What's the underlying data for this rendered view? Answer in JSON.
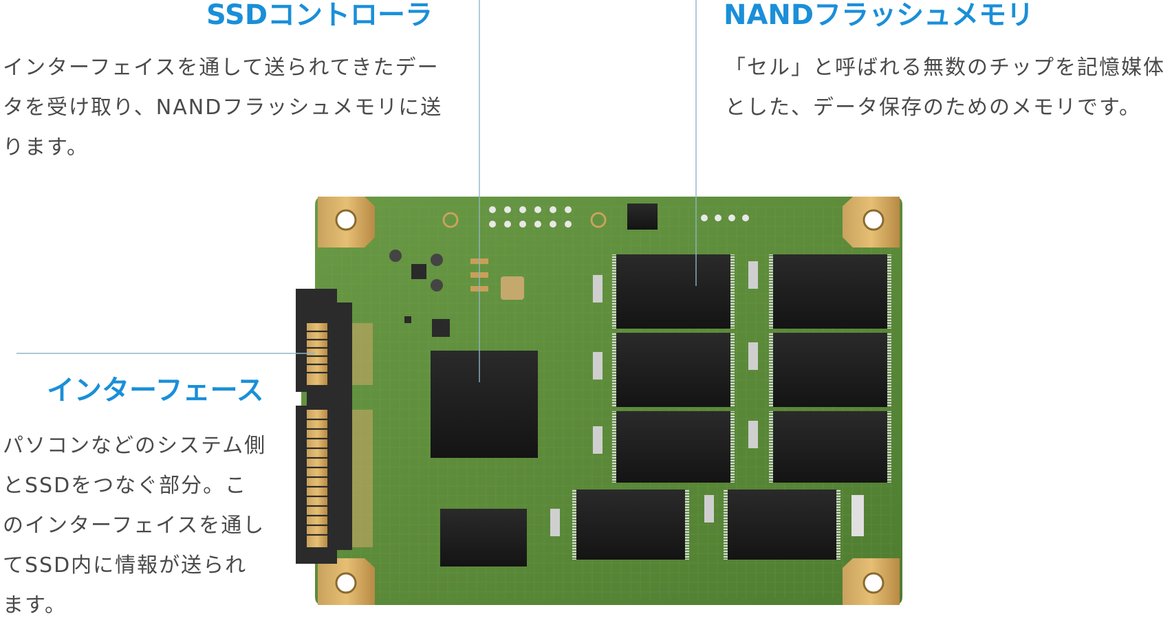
{
  "colors": {
    "heading": "#1a8fd8",
    "description": "#4a4a4a",
    "callout_line": "#8fb6c4",
    "pcb_green": "#5f8e3c",
    "pcb_gold": "#b5925a",
    "chip_black": "#1c1c1c"
  },
  "callouts": {
    "controller": {
      "title": "SSDコントローラ",
      "lines": [
        "インターフェイスを通して送られてきたデー",
        "タを受け取り、NANDフラッシュメモリに送",
        "ります。"
      ]
    },
    "nand": {
      "title": "NANDフラッシュメモリ",
      "lines": [
        "「セル」と呼ばれる無数のチップを記憶媒体",
        "とした、データ保存のためのメモリです。"
      ]
    },
    "interface": {
      "title": "インターフェース",
      "lines": [
        "パソコンなどのシステム側",
        "とSSDをつなぐ部分。こ",
        "のインターフェイスを通し",
        "てSSD内に情報が送られ",
        "ます。"
      ]
    }
  }
}
